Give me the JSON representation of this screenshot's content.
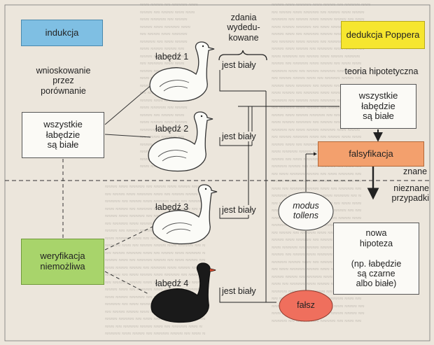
{
  "induction": {
    "title": "indukcja",
    "method": "wnioskowanie\nprzez\nporównanie",
    "generalization": "wszystkie\nłabędzie\nsą białe",
    "verification": "weryfikacja\nniemożliwa"
  },
  "deduction": {
    "title": "dedukcja Poppera",
    "theory_label": "teoria hipotetyczna",
    "hypothesis": "wszystkie\nłabędzie\nsą białe",
    "falsification": "falsyfikacja",
    "new_hypothesis": "nowa\nhipoteza\n\n(np. łabędzie\nsą czarne\nalbo białe)"
  },
  "center": {
    "deduced_sentences": "zdania\nwydedu-\nkowane",
    "modus_tollens": "modus\ntollens",
    "false_label": "fałsz"
  },
  "boundary": {
    "known": "znane",
    "unknown": "nieznane\nprzypadki"
  },
  "swans": [
    {
      "label": "łabędź 1",
      "statement": "jest biały",
      "color": "white"
    },
    {
      "label": "łabędź 2",
      "statement": "jest biały",
      "color": "white"
    },
    {
      "label": "łabędź 3",
      "statement": "jest biały",
      "color": "white"
    },
    {
      "label": "łabędź 4",
      "statement": "jest biały",
      "color": "black"
    }
  ],
  "colors": {
    "induction_box": "#7fbfe3",
    "deduction_box": "#f6e62f",
    "verification_box": "#a8d46b",
    "falsification_box": "#f3a06d",
    "false_ellipse": "#ef6f5d",
    "background": "#ece6dc"
  }
}
